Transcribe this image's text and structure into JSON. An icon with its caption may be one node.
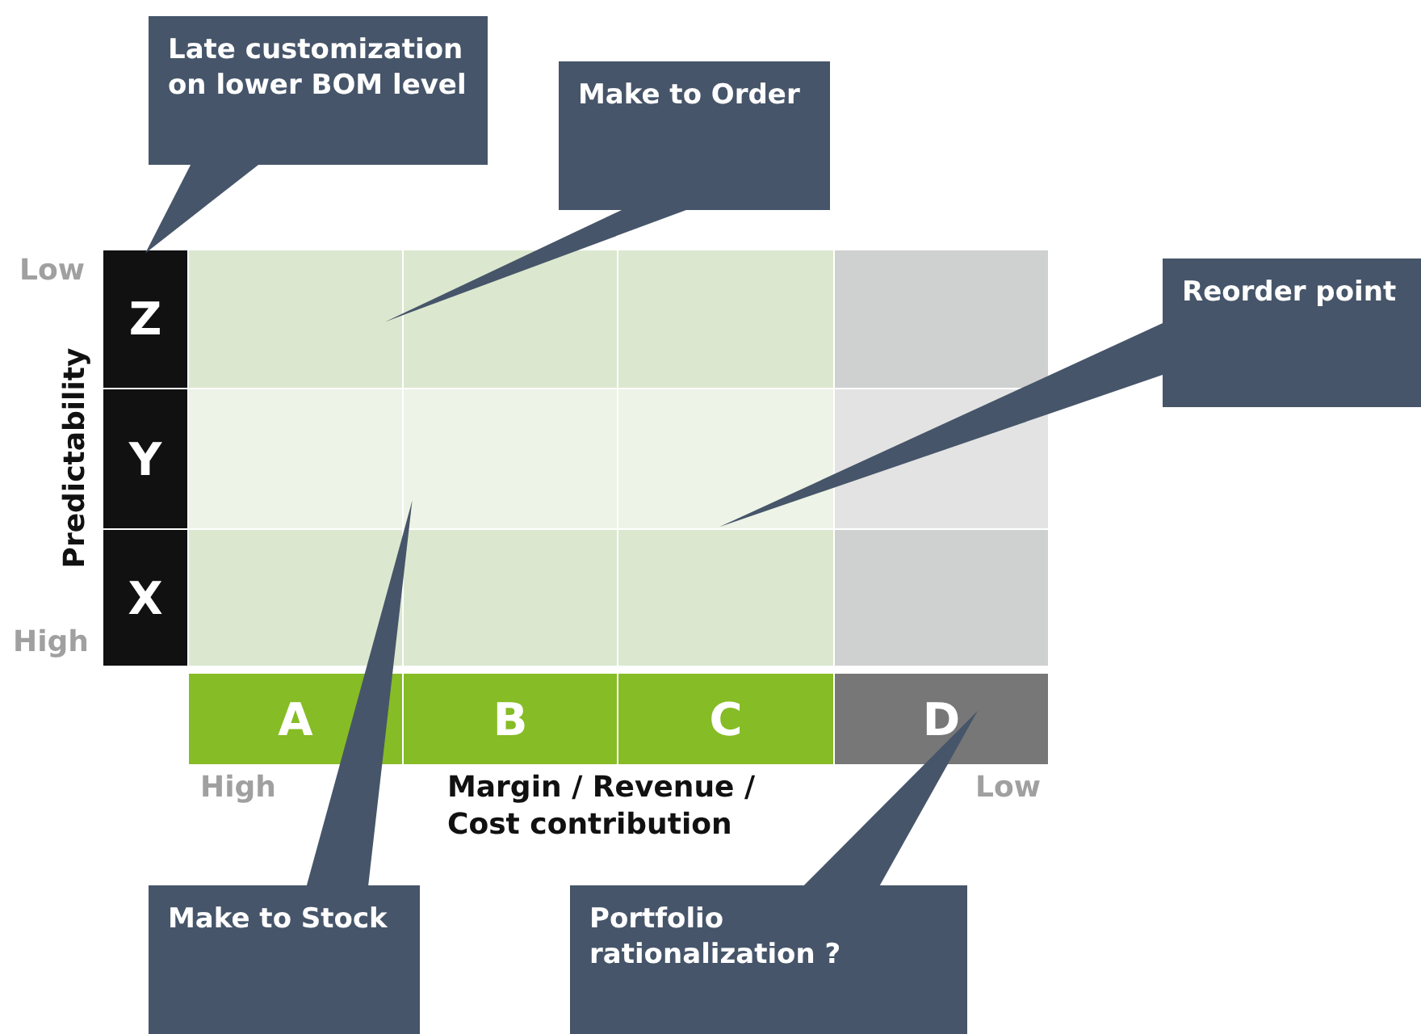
{
  "diagram": {
    "nodes": [
      {
        "text": [
          "Late customization on lower BOM level"
        ]
      },
      {
        "text": [
          "Make to Order"
        ]
      },
      {
        "text": [
          "Reorder point"
        ]
      },
      {
        "text": [
          "Make to Stock"
        ]
      },
      {
        "text": [
          "Portfolio rationalization ?"
        ]
      },
      {
        "text": [
          "Z"
        ]
      },
      {
        "text": [
          "Y"
        ]
      },
      {
        "text": [
          "X"
        ]
      },
      {
        "text": [],
        "shape": "box"
      },
      {
        "text": [],
        "shape": "box"
      },
      {
        "text": [],
        "shape": "box"
      },
      {
        "text": [],
        "shape": "box"
      },
      {
        "text": [],
        "shape": "box"
      },
      {
        "text": [],
        "shape": "box"
      },
      {
        "text": [],
        "shape": "box"
      },
      {
        "text": [],
        "shape": "box"
      },
      {
        "text": [],
        "shape": "box"
      },
      {
        "text": [],
        "shape": "box"
      },
      {
        "text": [],
        "shape": "box"
      },
      {
        "text": [],
        "shape": "box"
      },
      {
        "text": [
          "A"
        ]
      },
      {
        "text": [
          "B"
        ]
      },
      {
        "text": [
          "C"
        ]
      },
      {
        "text": [
          "D"
        ]
      }
    ],
    "edges": [
      {
        "from": 0,
        "to": 5,
        "arrow": "none"
      },
      {
        "from": 1,
        "to": 8,
        "arrow": "none"
      },
      {
        "from": 2,
        "to": 14,
        "arrow": "none"
      },
      {
        "from": 3,
        "to": 13,
        "arrow": "none"
      },
      {
        "from": 4,
        "to": 23,
        "arrow": "none"
      }
    ],
    "labels": [
      "Low",
      "Predictability",
      "High",
      "High",
      "Margin / Revenue / Cost contribution",
      "Low"
    ]
  }
}
